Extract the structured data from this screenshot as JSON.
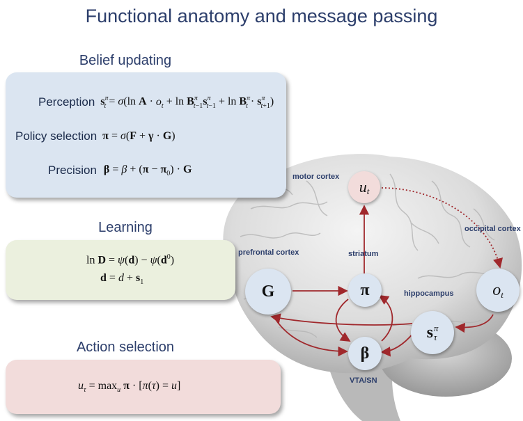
{
  "title": "Functional anatomy and message passing",
  "belief": {
    "heading": "Belief updating",
    "perception_label": "Perception",
    "policy_label": "Policy selection",
    "precision_label": "Precision"
  },
  "learning": {
    "heading": "Learning"
  },
  "action": {
    "heading": "Action selection"
  },
  "regions": {
    "motor": "motor cortex",
    "occipital": "occipital cortex",
    "prefrontal": "prefrontal cortex",
    "striatum": "striatum",
    "hippocampus": "hippocampus",
    "vta": "VTA/SN"
  },
  "nodes": {
    "G": "G",
    "pi": "π",
    "beta": "β",
    "u": "u",
    "u_sub": "t",
    "o": "o",
    "o_sub": "t",
    "s": "s",
    "s_sup": "π",
    "s_sub": "τ"
  },
  "colors": {
    "title": "#2c3e6b",
    "panel_blue": "#dbe5f1",
    "panel_green": "#ebf0de",
    "panel_pink": "#f2dcdb",
    "arrow": "#a0282c"
  }
}
